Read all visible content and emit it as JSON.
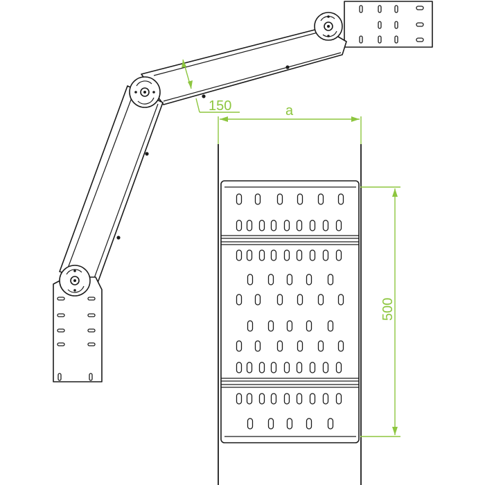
{
  "diagram": {
    "dimensions": {
      "arm_width": "150",
      "tray_width": "a",
      "tray_length": "500"
    },
    "colors": {
      "line": "#1a1a1a",
      "dimension": "#8dc63f",
      "background": "#ffffff"
    }
  }
}
